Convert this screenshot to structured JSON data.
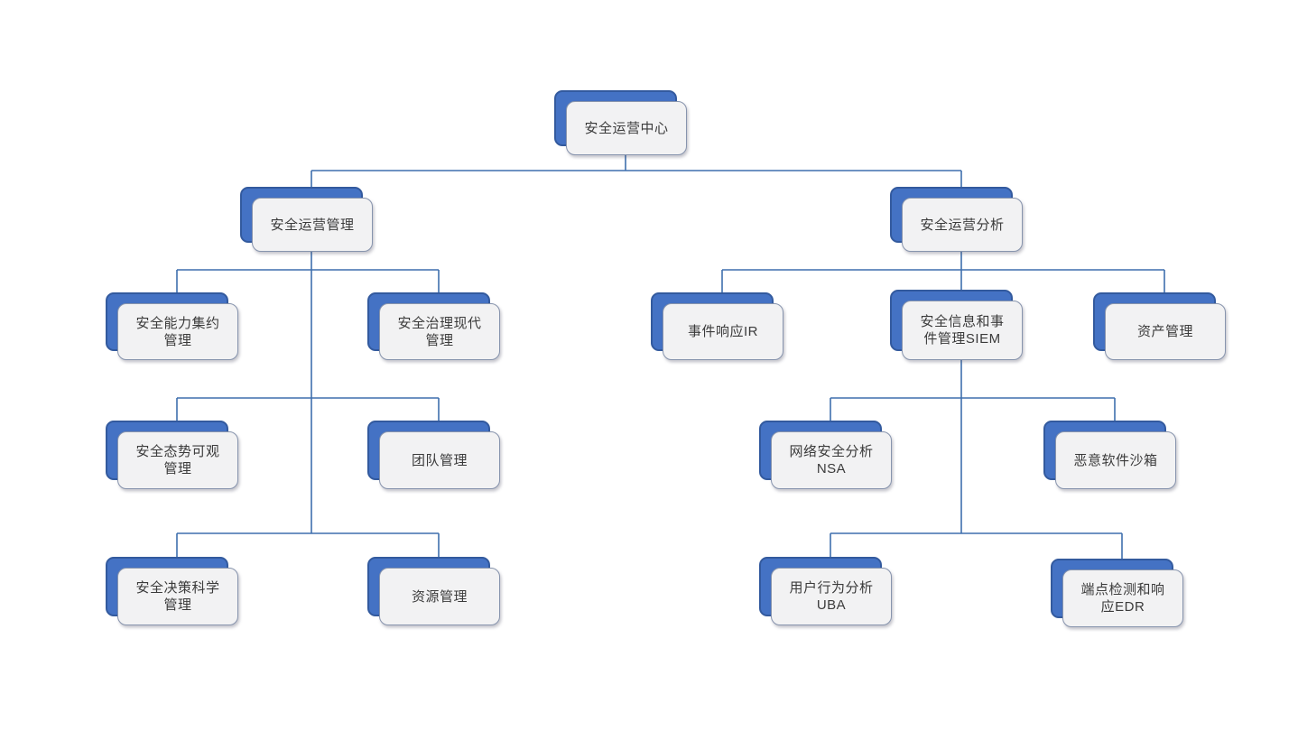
{
  "diagram": {
    "type": "org-chart",
    "connector_color": "#3f6fad",
    "node_fill": "#f2f2f3",
    "node_border": "#8794ad",
    "shadow_fill": "#4472c4",
    "text_color": "#3b3b3b",
    "nodes": [
      {
        "id": "root",
        "label": "安全运营中心",
        "parent": null,
        "lines": [
          "安全运营中心"
        ]
      },
      {
        "id": "ops-management",
        "label": "安全运营管理",
        "parent": "root",
        "lines": [
          "安全运营管理"
        ]
      },
      {
        "id": "ops-analysis",
        "label": "安全运营分析",
        "parent": "root",
        "lines": [
          "安全运营分析"
        ]
      },
      {
        "id": "capability-mgmt",
        "label": "安全能力集约管理",
        "parent": "ops-management",
        "lines": [
          "安全能力集约",
          "管理"
        ]
      },
      {
        "id": "governance-mgmt",
        "label": "安全治理现代管理",
        "parent": "ops-management",
        "lines": [
          "安全治理现代",
          "管理"
        ]
      },
      {
        "id": "incident-response",
        "label": "事件响应IR",
        "parent": "ops-analysis",
        "lines": [
          "事件响应IR"
        ]
      },
      {
        "id": "siem",
        "label": "安全信息和事件管理SIEM",
        "parent": "ops-analysis",
        "lines": [
          "安全信息和事",
          "件管理SIEM"
        ]
      },
      {
        "id": "asset-mgmt",
        "label": "资产管理",
        "parent": "ops-analysis",
        "lines": [
          "资产管理"
        ]
      },
      {
        "id": "posture-mgmt",
        "label": "安全态势可观管理",
        "parent": "ops-management",
        "lines": [
          "安全态势可观",
          "管理"
        ]
      },
      {
        "id": "team-mgmt",
        "label": "团队管理",
        "parent": "ops-management",
        "lines": [
          "团队管理"
        ]
      },
      {
        "id": "nsa",
        "label": "网络安全分析NSA",
        "parent": "siem",
        "lines": [
          "网络安全分析",
          "NSA"
        ]
      },
      {
        "id": "malware-sandbox",
        "label": "恶意软件沙箱",
        "parent": "siem",
        "lines": [
          "恶意软件沙箱"
        ]
      },
      {
        "id": "decision-mgmt",
        "label": "安全决策科学管理",
        "parent": "ops-management",
        "lines": [
          "安全决策科学",
          "管理"
        ]
      },
      {
        "id": "resource-mgmt",
        "label": "资源管理",
        "parent": "ops-management",
        "lines": [
          "资源管理"
        ]
      },
      {
        "id": "uba",
        "label": "用户行为分析UBA",
        "parent": "siem",
        "lines": [
          "用户行为分析",
          "UBA"
        ]
      },
      {
        "id": "edr",
        "label": "端点检测和响应EDR",
        "parent": "siem",
        "lines": [
          "端点检测和响",
          "应EDR"
        ]
      }
    ]
  }
}
